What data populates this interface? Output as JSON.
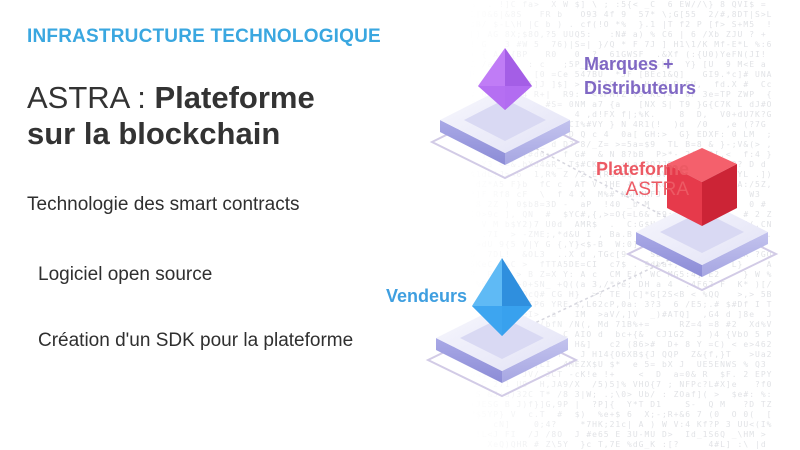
{
  "slide": {
    "section_title": "INFRASTRUCTURE TECHNOLOGIQUE",
    "title_light": "ASTRA : ",
    "title_bold_line1": "Plateforme",
    "title_bold_line2": "sur la blockchain",
    "bullets": [
      "Technologie des smart contracts",
      "Logiciel open source",
      "Création d'un SDK pour la plateforme"
    ]
  },
  "diagram": {
    "nodes": [
      {
        "label": "Marques + Distributeurs",
        "line1": "Marques +",
        "line2": "Distributeurs",
        "shape": "pyramid",
        "color": "#b46ef2"
      },
      {
        "label": "Plateforme ASTRA",
        "line1": "Plateforme",
        "line2": "ASTRA",
        "shape": "cube",
        "color": "#ec3e50"
      },
      {
        "label": "Vendeurs",
        "line1": "Vendeurs",
        "shape": "pyramid",
        "color": "#3aa3ef"
      }
    ],
    "colors": {
      "accent": "#3aa7e0",
      "platform_base": "#dcdcf4",
      "platform_edge": "#8f8fd6"
    }
  }
}
